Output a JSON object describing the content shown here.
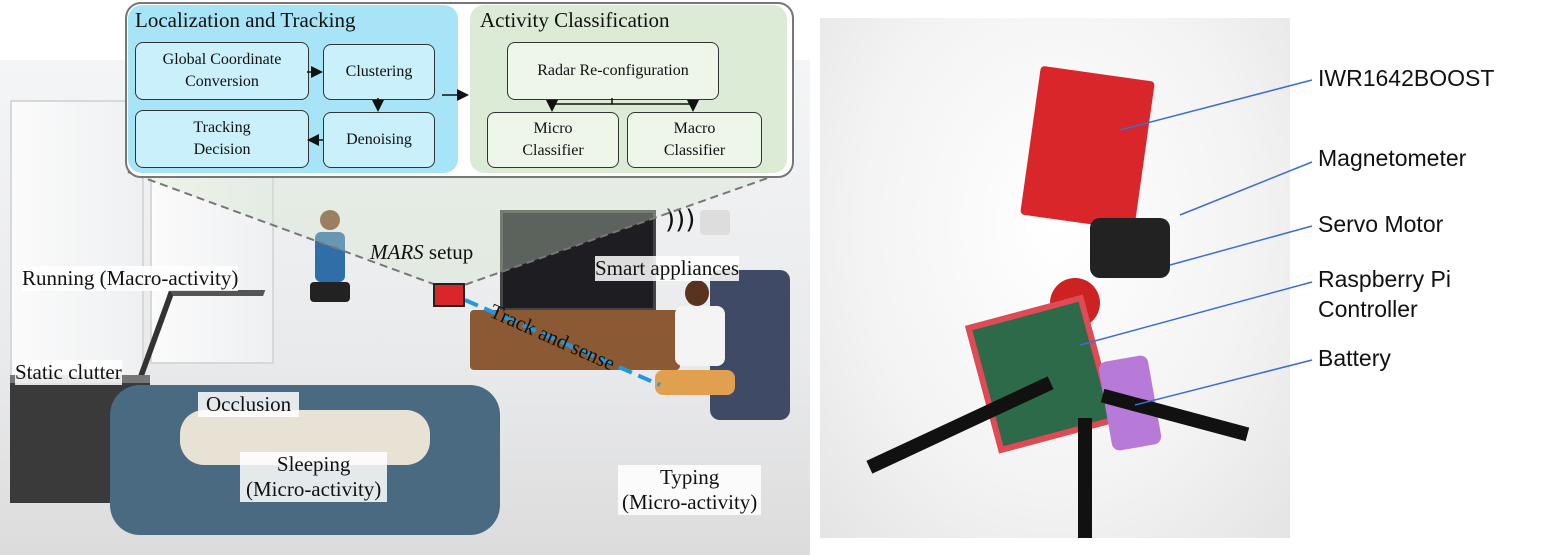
{
  "pipeline": {
    "localization": {
      "title": "Localization and Tracking",
      "global_coordinate": [
        "Global Coordinate",
        "Conversion"
      ],
      "clustering": "Clustering",
      "tracking_decision": [
        "Tracking",
        "Decision"
      ],
      "denoising": "Denoising"
    },
    "activity": {
      "title": "Activity Classification",
      "radar_reconfig": "Radar Re-configuration",
      "micro_classifier": [
        "Micro",
        "Classifier"
      ],
      "macro_classifier": [
        "Macro",
        "Classifier"
      ]
    }
  },
  "scene": {
    "mars_setup": {
      "italic": "MARS",
      "rest": " setup"
    },
    "smart_appliances": "Smart appliances",
    "running": "Running (Macro-activity)",
    "static_clutter": "Static clutter",
    "occlusion": "Occlusion",
    "track_and_sense": "Track and sense",
    "sleeping": [
      "Sleeping",
      "(Micro-activity)"
    ],
    "typing": [
      "Typing",
      "(Micro-activity)"
    ]
  },
  "hardware": {
    "labels": [
      "IWR1642BOOST",
      "Magnetometer",
      "Servo Motor",
      "Raspberry Pi",
      "Controller",
      "Battery"
    ]
  },
  "colors": {
    "track_line": "#1e9be0",
    "callout_line": "#3a6fd0",
    "board": "#d8262b"
  }
}
